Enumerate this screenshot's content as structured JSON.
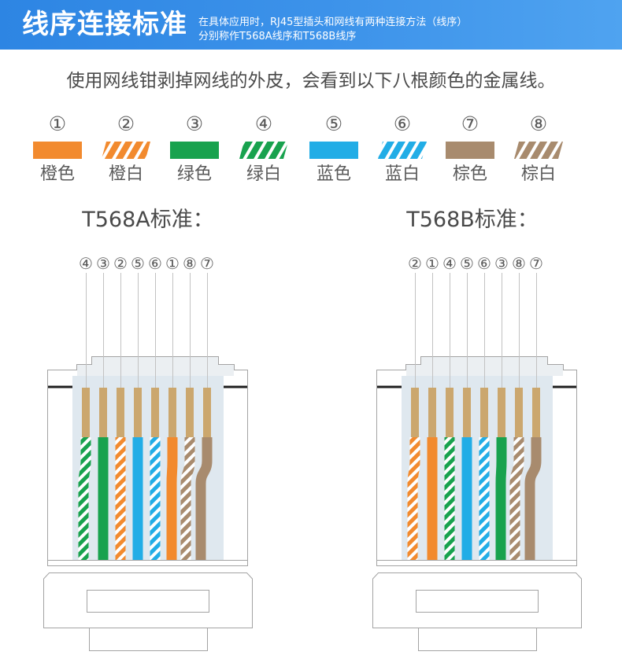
{
  "banner": {
    "title": "线序连接标准",
    "subtitle_lines": [
      "在具体应用时，RJ45型插头和网线有两种连接方法（线序）",
      "分别称作T568A线序和T568B线序"
    ]
  },
  "intro": "使用网线钳剥掉网线的外皮，会看到以下八根颜色的金属线。",
  "wires": [
    {
      "number": "①",
      "label": "橙色",
      "color": "#f28a2e",
      "white_striped": false
    },
    {
      "number": "②",
      "label": "橙白",
      "color": "#f28a2e",
      "white_striped": true
    },
    {
      "number": "③",
      "label": "绿色",
      "color": "#18a24e",
      "white_striped": false
    },
    {
      "number": "④",
      "label": "绿白",
      "color": "#18a24e",
      "white_striped": true
    },
    {
      "number": "⑤",
      "label": "蓝色",
      "color": "#22ade6",
      "white_striped": false
    },
    {
      "number": "⑥",
      "label": "蓝白",
      "color": "#22ade6",
      "white_striped": true
    },
    {
      "number": "⑦",
      "label": "棕色",
      "color": "#a88b6e",
      "white_striped": false
    },
    {
      "number": "⑧",
      "label": "棕白",
      "color": "#a88b6e",
      "white_striped": true
    }
  ],
  "standards": [
    {
      "title": "T568A标准：",
      "order": [
        "④",
        "③",
        "②",
        "⑤",
        "⑥",
        "①",
        "⑧",
        "⑦"
      ]
    },
    {
      "title": "T568B标准：",
      "order": [
        "②",
        "①",
        "④",
        "⑤",
        "⑥",
        "③",
        "⑧",
        "⑦"
      ]
    }
  ],
  "colors": {
    "banner": "#3d93ea",
    "pin": "#cba76e",
    "connector_window": "#dfe8ef"
  }
}
